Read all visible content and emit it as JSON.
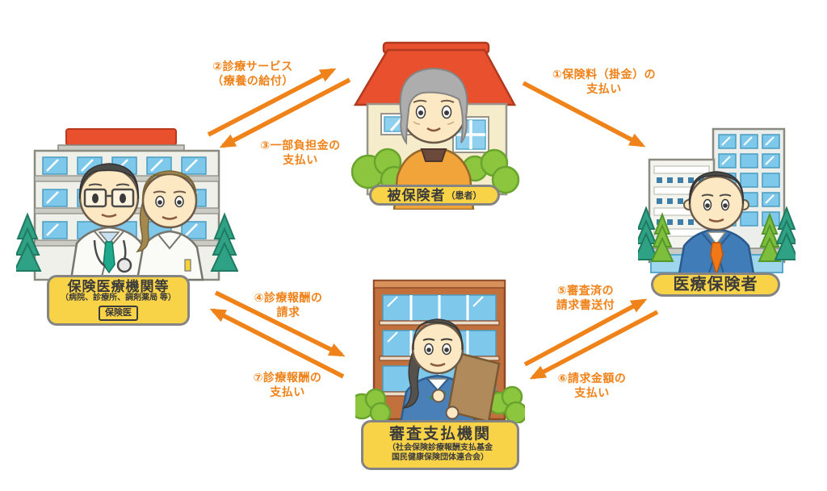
{
  "diagram": {
    "nodes": {
      "insured": {
        "label": "被保険者",
        "suffix": "（患者）"
      },
      "medical_institution": {
        "label": "保険医療機関等",
        "sublabel": "（病院、診療所、調剤薬局 等）",
        "badge": "保険医"
      },
      "insurer": {
        "label": "医療保険者"
      },
      "review_agency": {
        "label": "審査支払機関",
        "sublabel_line1": "（社会保険診療報酬支払基金",
        "sublabel_line2": "国民健康保険団体連合会）"
      }
    },
    "flows": {
      "f1": {
        "line1": "①保険料（掛金）の",
        "line2": "支払い",
        "from": "insured",
        "to": "insurer"
      },
      "f2": {
        "line1": "②診療サービス",
        "line2": "（療養の給付）",
        "from": "medical_institution",
        "to": "insured"
      },
      "f3": {
        "line1": "③一部負担金の",
        "line2": "支払い",
        "from": "insured",
        "to": "medical_institution"
      },
      "f4": {
        "line1": "④診療報酬の",
        "line2": "請求",
        "from": "medical_institution",
        "to": "review_agency"
      },
      "f5": {
        "line1": "⑤審査済の",
        "line2": "請求書送付",
        "from": "review_agency",
        "to": "insurer"
      },
      "f6": {
        "line1": "⑥請求金額の",
        "line2": "支払い",
        "from": "insurer",
        "to": "review_agency"
      },
      "f7": {
        "line1": "⑦診療報酬の",
        "line2": "支払い",
        "from": "review_agency",
        "to": "medical_institution"
      }
    },
    "illustrations": [
      "house-icon",
      "insured-person",
      "hospital-building-icon",
      "doctor-person",
      "nurse-person",
      "office-buildings-icon",
      "insurer-person",
      "review-building-icon",
      "reviewer-person",
      "clipboard-icon",
      "tree-icon",
      "bush-icon"
    ],
    "colors": {
      "arrow": "#EF8219",
      "label_background": "#F8D348",
      "label_border": "#848484",
      "label_text": "#3B3B3C"
    }
  }
}
